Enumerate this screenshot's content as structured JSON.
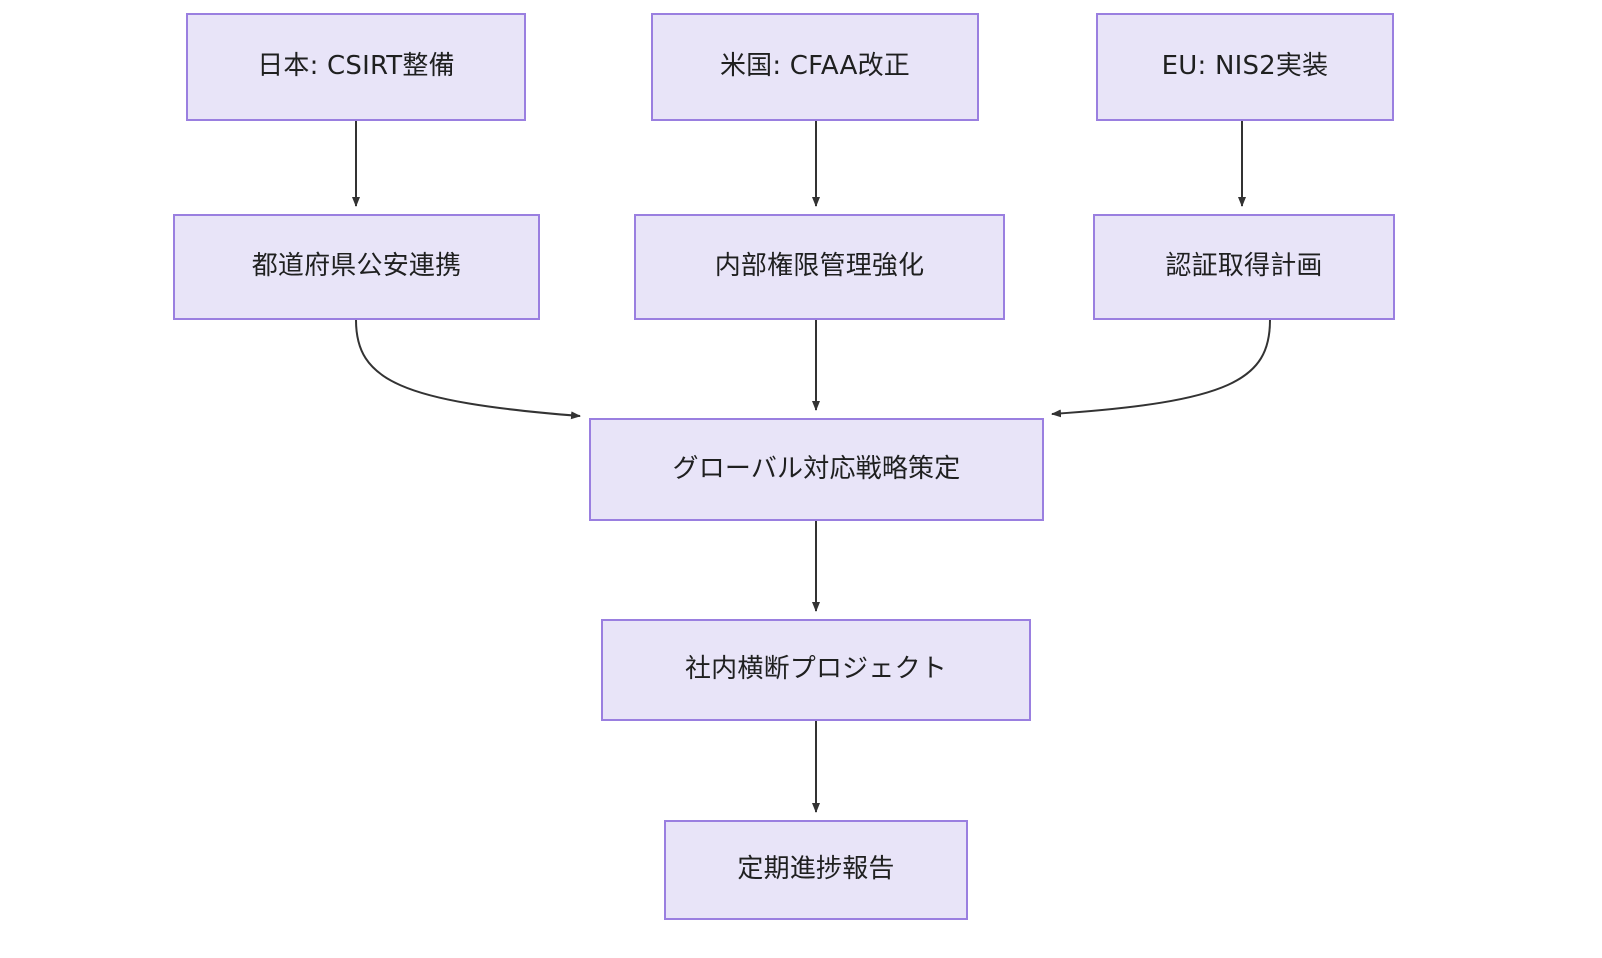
{
  "diagram": {
    "type": "flowchart",
    "direction": "top-down",
    "background_color": "#ffffff",
    "node_fill_color": "#e8e4f8",
    "node_border_color": "#9a7fe0",
    "node_text_color": "#1f2020",
    "edge_color": "#333333",
    "nodes": [
      {
        "id": "jp_csirt",
        "label": "日本: CSIRT整備"
      },
      {
        "id": "us_cfaa",
        "label": "米国: CFAA改正"
      },
      {
        "id": "eu_nis2",
        "label": "EU: NIS2実装"
      },
      {
        "id": "pref_police",
        "label": "都道府県公安連携"
      },
      {
        "id": "internal_perm",
        "label": "内部権限管理強化"
      },
      {
        "id": "cert_plan",
        "label": "認証取得計画"
      },
      {
        "id": "global_strategy",
        "label": "グローバル対応戦略策定"
      },
      {
        "id": "cross_project",
        "label": "社内横断プロジェクト"
      },
      {
        "id": "progress_report",
        "label": "定期進捗報告"
      }
    ],
    "edges": [
      {
        "from": "jp_csirt",
        "to": "pref_police",
        "style": "straight",
        "label": ""
      },
      {
        "from": "us_cfaa",
        "to": "internal_perm",
        "style": "straight",
        "label": ""
      },
      {
        "from": "eu_nis2",
        "to": "cert_plan",
        "style": "straight",
        "label": ""
      },
      {
        "from": "pref_police",
        "to": "global_strategy",
        "style": "curved",
        "label": ""
      },
      {
        "from": "internal_perm",
        "to": "global_strategy",
        "style": "straight",
        "label": ""
      },
      {
        "from": "cert_plan",
        "to": "global_strategy",
        "style": "curved",
        "label": ""
      },
      {
        "from": "global_strategy",
        "to": "cross_project",
        "style": "straight",
        "label": ""
      },
      {
        "from": "cross_project",
        "to": "progress_report",
        "style": "straight",
        "label": ""
      }
    ]
  }
}
